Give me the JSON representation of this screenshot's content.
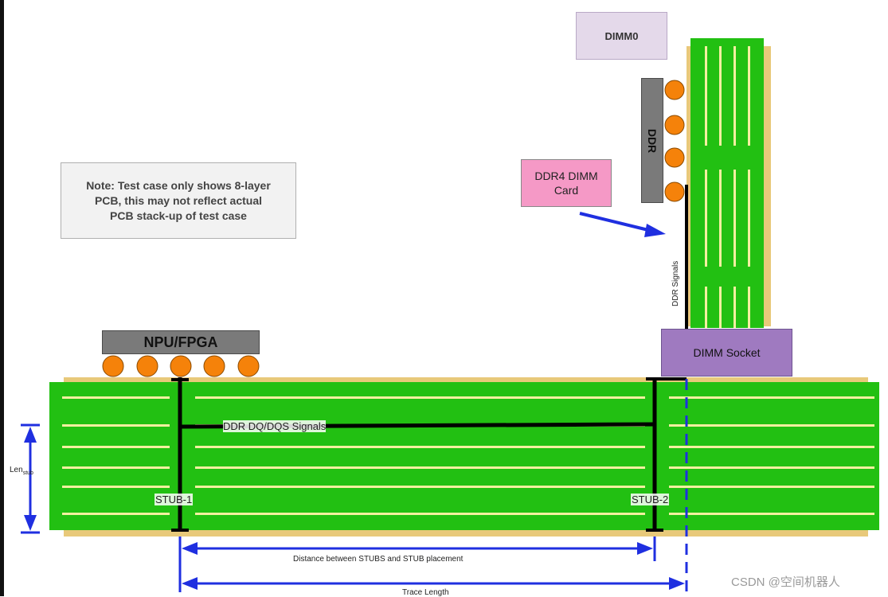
{
  "boxes": {
    "note": [
      "Note: Test case only shows 8-layer",
      "PCB, this may not reflect actual",
      "PCB stack-up of test case"
    ],
    "dimm0": "DIMM0",
    "ddr4_card": [
      "DDR4 DIMM",
      "Card"
    ],
    "dimm_socket": "DIMM Socket",
    "npu_fpga": "NPU/FPGA",
    "ddr_chip": "DDR"
  },
  "labels": {
    "ddr_signals": "DDR Signals",
    "ddr_dq_dqs": "DDR DQ/DQS Signals",
    "stub1": "STUB-1",
    "stub2": "STUB-2",
    "len_stub_main": "Len",
    "len_stub_sub": "stub",
    "distance": "Distance between STUBS and STUB placement",
    "trace_length": "Trace Length"
  },
  "watermark": "CSDN @空间机器人",
  "colors": {
    "pcb_green": "#22c012",
    "layer_yellow": "#f5f0a0",
    "edge_tan": "#e8c97a",
    "ball_orange": "#f5820a",
    "arrow_blue": "#1f2fe0",
    "trace_black": "#000000"
  }
}
